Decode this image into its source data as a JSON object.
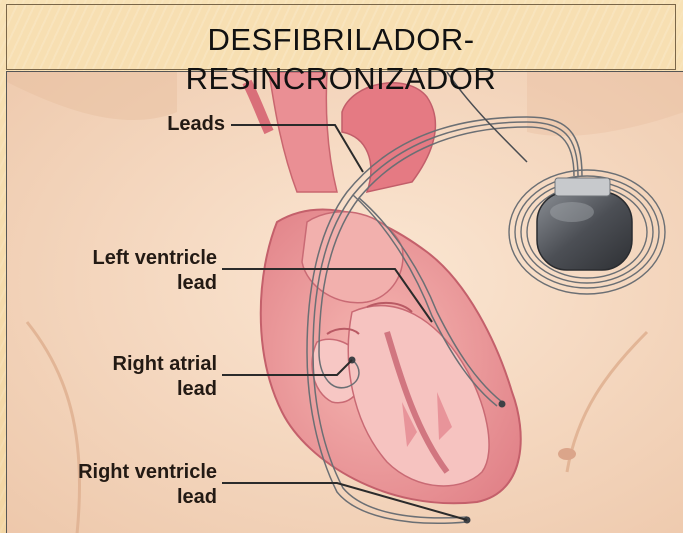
{
  "slide": {
    "title_line1": "DESFIBRILADOR-",
    "title_line2": "RESINCRONIZADOR"
  },
  "diagram": {
    "labels": {
      "leads": "Leads",
      "lv_line1": "Left ventricle",
      "lv_line2": "lead",
      "ra_line1": "Right atrial",
      "ra_line2": "lead",
      "rv_line1": "Right ventricle",
      "rv_line2": "lead"
    },
    "colors": {
      "skin": "#f6dcc4",
      "heart": "#ef9f9f",
      "heart_dark": "#d6707a",
      "vessel": "#e9868c",
      "device": "#4a4d52",
      "lead_wire": "#6b6f74"
    }
  }
}
